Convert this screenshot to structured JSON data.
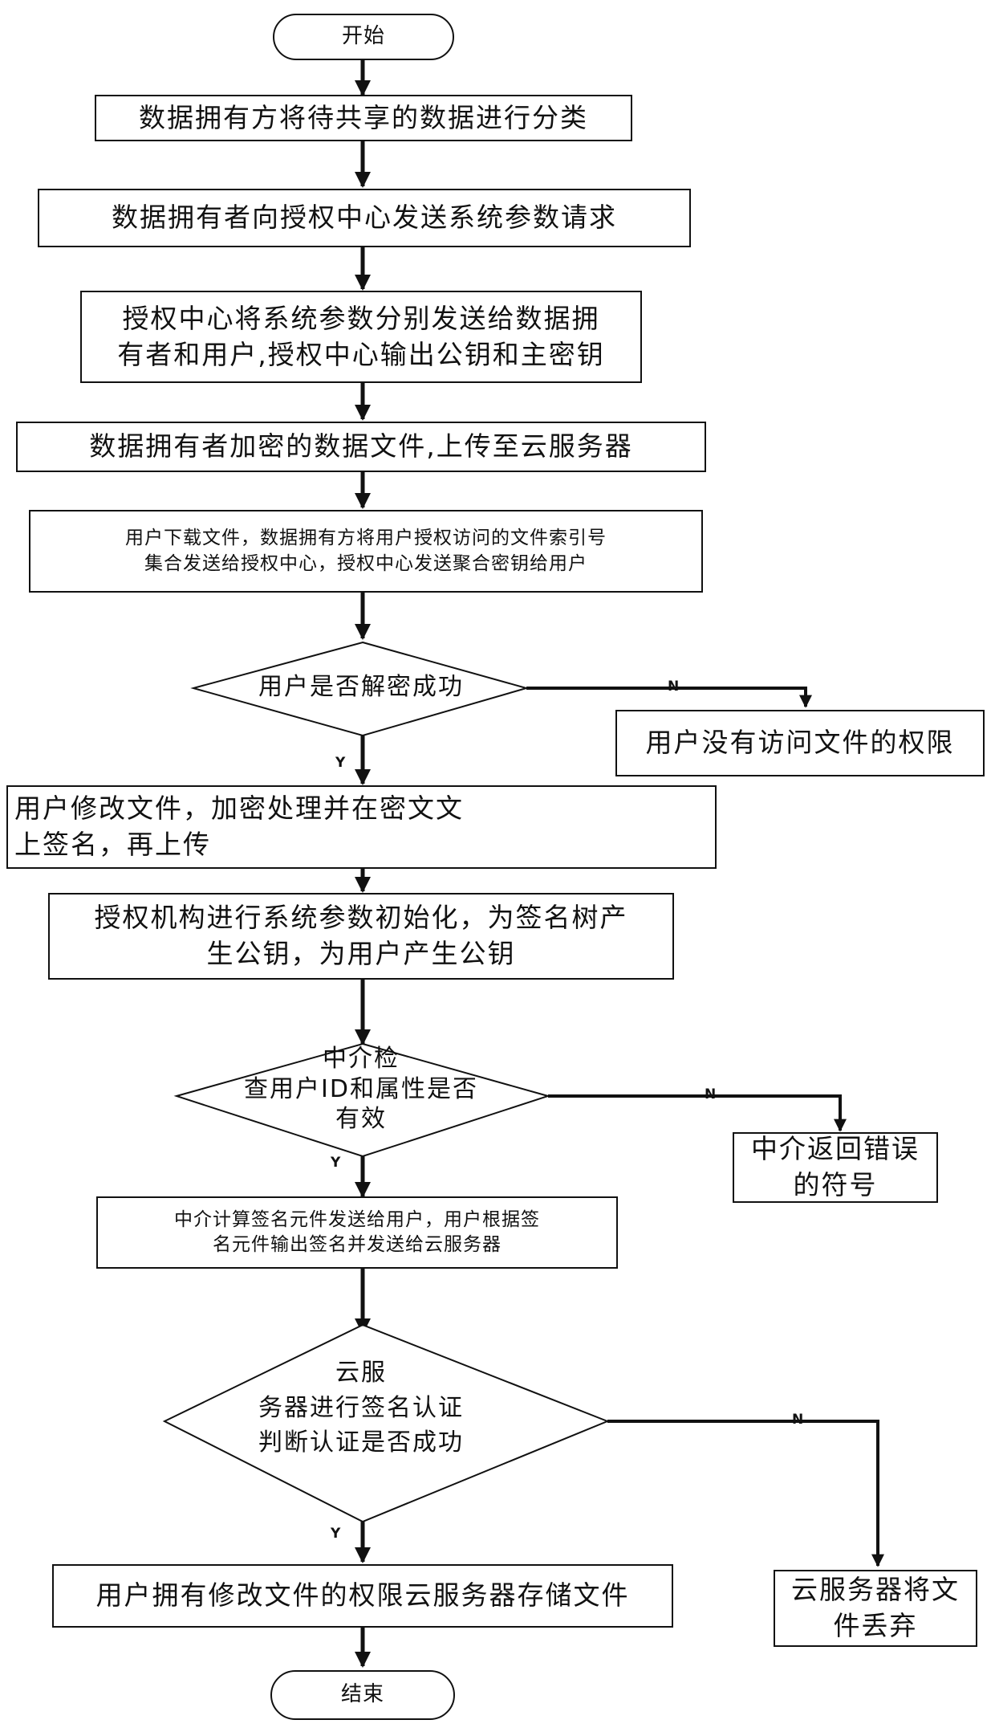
{
  "diagram": {
    "nodes": {
      "start": "开始",
      "classify": "数据拥有方将待共享的数据进行分类",
      "request_params": "数据拥有者向授权中心发送系统参数请求",
      "distribute_params": "授权中心将系统参数分别发送给数据拥\n有者和用户,授权中心输出公钥和主密钥",
      "encrypt_upload": "数据拥有者加密的数据文件,上传至云服务器",
      "download_aggregate": "用户下载文件，数据拥有方将用户授权访问的文件索引号\n集合发送给授权中心，授权中心发送聚合密钥给用户",
      "decision_decrypt": "用户是否解密成功",
      "no_access": "用户没有访问文件的权限",
      "modify_sign": "用户修改文件，加密处理并在密文文\n上签名，再上传",
      "auth_init": "授权机构进行系统参数初始化，为签名树产\n生公钥，为用户产生公钥",
      "decision_check": "中介检\n查用户ID和属性是否\n有效",
      "return_error": "中介返回错误\n的符号",
      "compute_signature": "中介计算签名元件发送给用户，用户根据签\n名元件输出签名并发送给云服务器",
      "decision_verify": "云服\n务器进行签名认证\n判断认证是否成功",
      "discard": "云服务器将文\n件丢弃",
      "store": "用户拥有修改文件的权限云服务器存储文件",
      "end": "结束"
    },
    "edge_labels": {
      "yes": "Y",
      "no": "N"
    }
  }
}
